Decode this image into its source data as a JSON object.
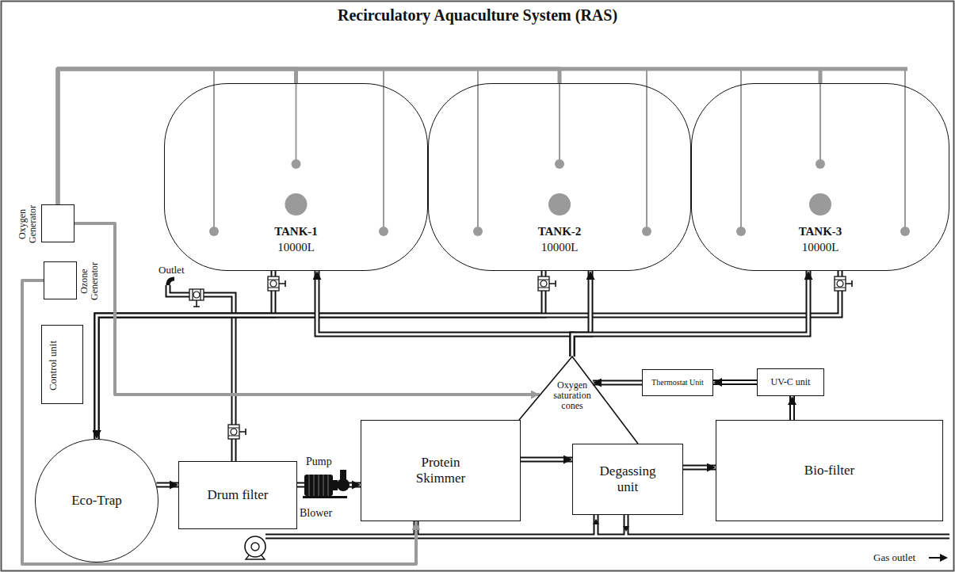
{
  "diagram": {
    "title": "Recirculatory Aquaculture System (RAS)",
    "nodes": [
      {
        "text": [
          "TANK-1",
          "10000L"
        ]
      },
      {
        "text": [
          "TANK-2",
          "10000L"
        ]
      },
      {
        "text": [
          "TANK-3",
          "10000L"
        ]
      },
      {
        "text": [
          "Oxygen Generator"
        ]
      },
      {
        "text": [
          "Ozone Generator"
        ]
      },
      {
        "text": [
          "Control unit"
        ]
      },
      {
        "text": [
          "Eco-Trap"
        ]
      },
      {
        "text": [
          "Drum filter"
        ]
      },
      {
        "text": [
          "Protein Skimmer"
        ]
      },
      {
        "text": [
          "Degassing unit"
        ]
      },
      {
        "text": [
          "Bio-filter"
        ]
      },
      {
        "text": [
          "Thermostat Unit"
        ]
      },
      {
        "text": [
          "UV-C unit"
        ]
      },
      {
        "text": [
          "Oxygen saturation cones"
        ]
      }
    ],
    "edges": [
      {
        "from": 0,
        "to": 6,
        "arrow": "to"
      },
      {
        "from": 1,
        "to": 6,
        "arrow": "to"
      },
      {
        "from": 2,
        "to": 6,
        "arrow": "to"
      },
      {
        "from": 13,
        "to": 0,
        "arrow": "to"
      },
      {
        "from": 13,
        "to": 1,
        "arrow": "to"
      },
      {
        "from": 13,
        "to": 2,
        "arrow": "to"
      },
      {
        "from": 6,
        "to": 7,
        "arrow": "to"
      },
      {
        "from": 7,
        "to": 8,
        "arrow": "to"
      },
      {
        "from": 8,
        "to": 9,
        "arrow": "to"
      },
      {
        "from": 9,
        "to": 10,
        "arrow": "to"
      },
      {
        "from": 10,
        "to": 12,
        "arrow": "to"
      },
      {
        "from": 12,
        "to": 11,
        "arrow": "to"
      },
      {
        "from": 11,
        "to": 13,
        "arrow": "to"
      },
      {
        "from": 3,
        "to": 13,
        "arrow": "to"
      },
      {
        "from": 4,
        "to": 8,
        "arrow": "to"
      },
      {
        "from": 3,
        "to": 0,
        "arrow": "none"
      },
      {
        "from": 3,
        "to": 1,
        "arrow": "none"
      },
      {
        "from": 3,
        "to": 2,
        "arrow": "none"
      }
    ],
    "labels": [
      "Outlet",
      "Pump",
      "Blower",
      "Gas outlet"
    ]
  }
}
